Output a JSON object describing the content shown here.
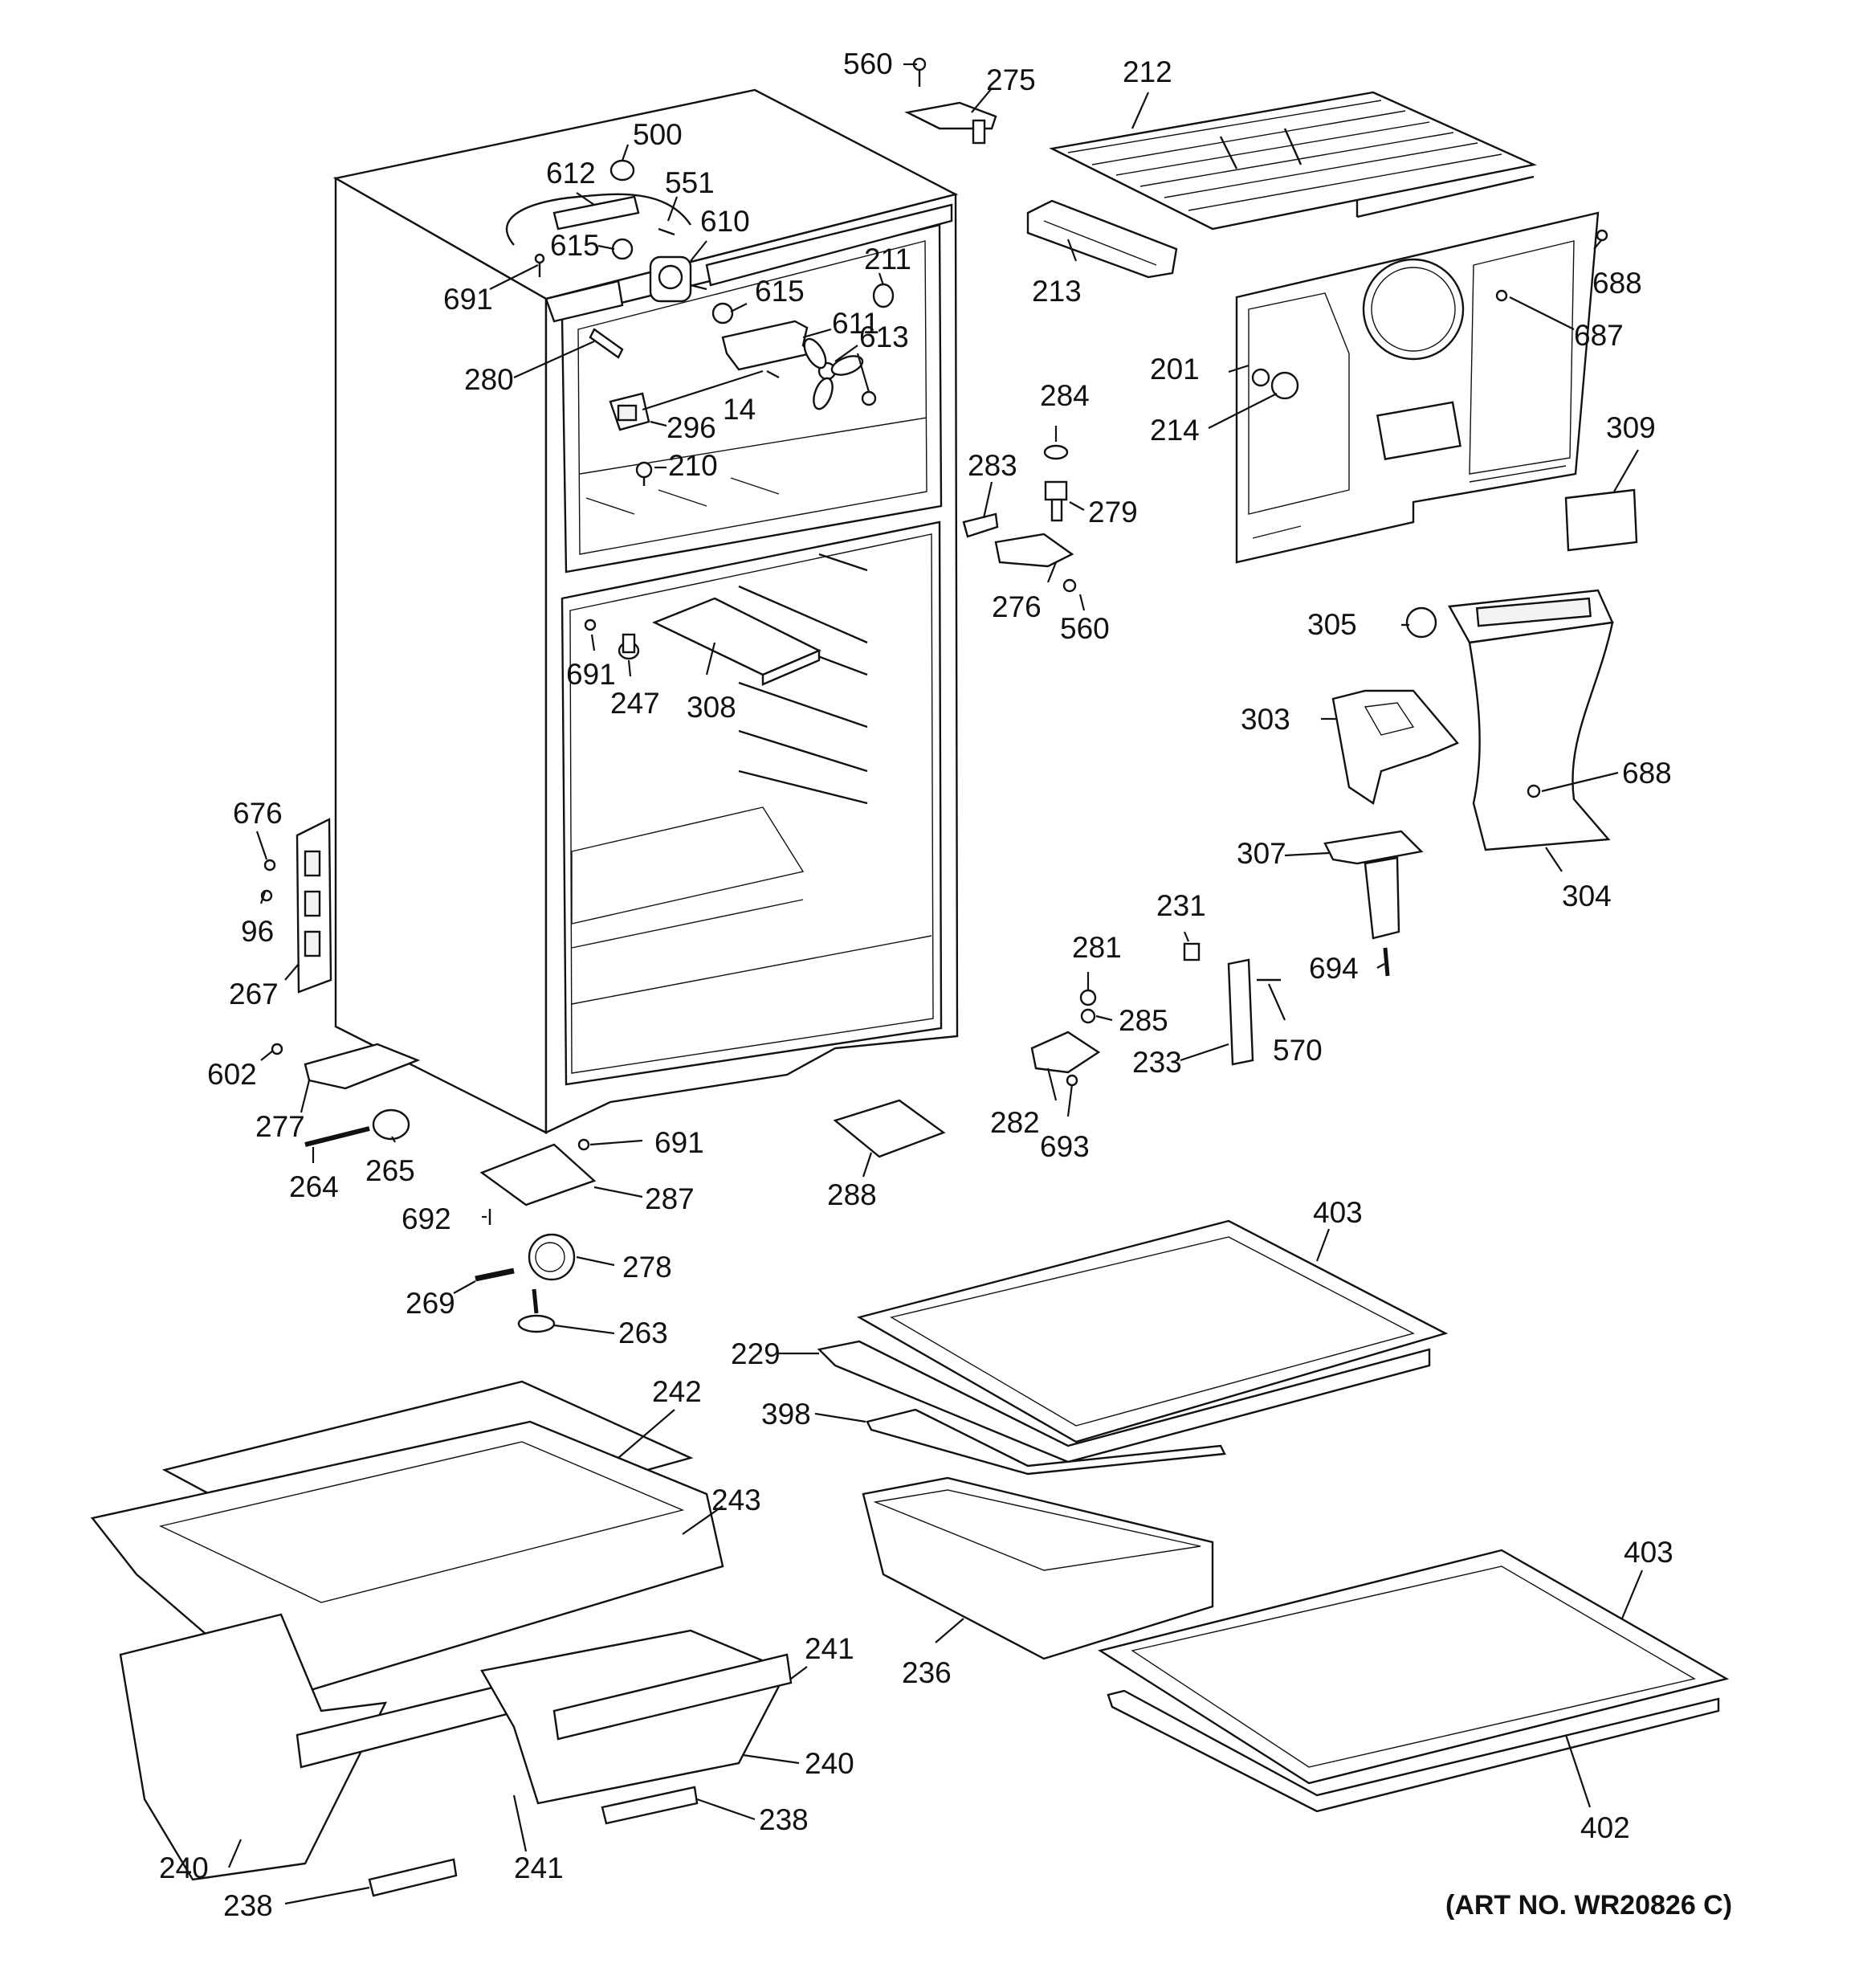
{
  "art_number": "(ART NO. WR20826 C)",
  "callouts": {
    "c560a": "560",
    "c275": "275",
    "c212": "212",
    "c500": "500",
    "c612": "612",
    "c551": "551",
    "c610": "610",
    "c615a": "615",
    "c691a": "691",
    "c615b": "615",
    "c211": "211",
    "c611": "611",
    "c613": "613",
    "c280": "280",
    "c14": "14",
    "c296": "296",
    "c210": "210",
    "c213": "213",
    "c688a": "688",
    "c687": "687",
    "c201": "201",
    "c214": "214",
    "c284": "284",
    "c309": "309",
    "c283": "283",
    "c279": "279",
    "c276": "276",
    "c560b": "560",
    "c305": "305",
    "c691b": "691",
    "c247": "247",
    "c308": "308",
    "c303": "303",
    "c688b": "688",
    "c676": "676",
    "c96": "96",
    "c267": "267",
    "c307": "307",
    "c304": "304",
    "c231": "231",
    "c281": "281",
    "c694": "694",
    "c285": "285",
    "c233": "233",
    "c570": "570",
    "c602": "602",
    "c282": "282",
    "c693": "693",
    "c277": "277",
    "c264": "264",
    "c265": "265",
    "c691c": "691",
    "c288": "288",
    "c287": "287",
    "c692": "692",
    "c278": "278",
    "c269": "269",
    "c263": "263",
    "c403a": "403",
    "c229": "229",
    "c398": "398",
    "c242": "242",
    "c243": "243",
    "c236": "236",
    "c403b": "403",
    "c241a": "241",
    "c240a": "240",
    "c402": "402",
    "c238a": "238",
    "c240b": "240",
    "c241b": "241",
    "c238b": "238"
  }
}
